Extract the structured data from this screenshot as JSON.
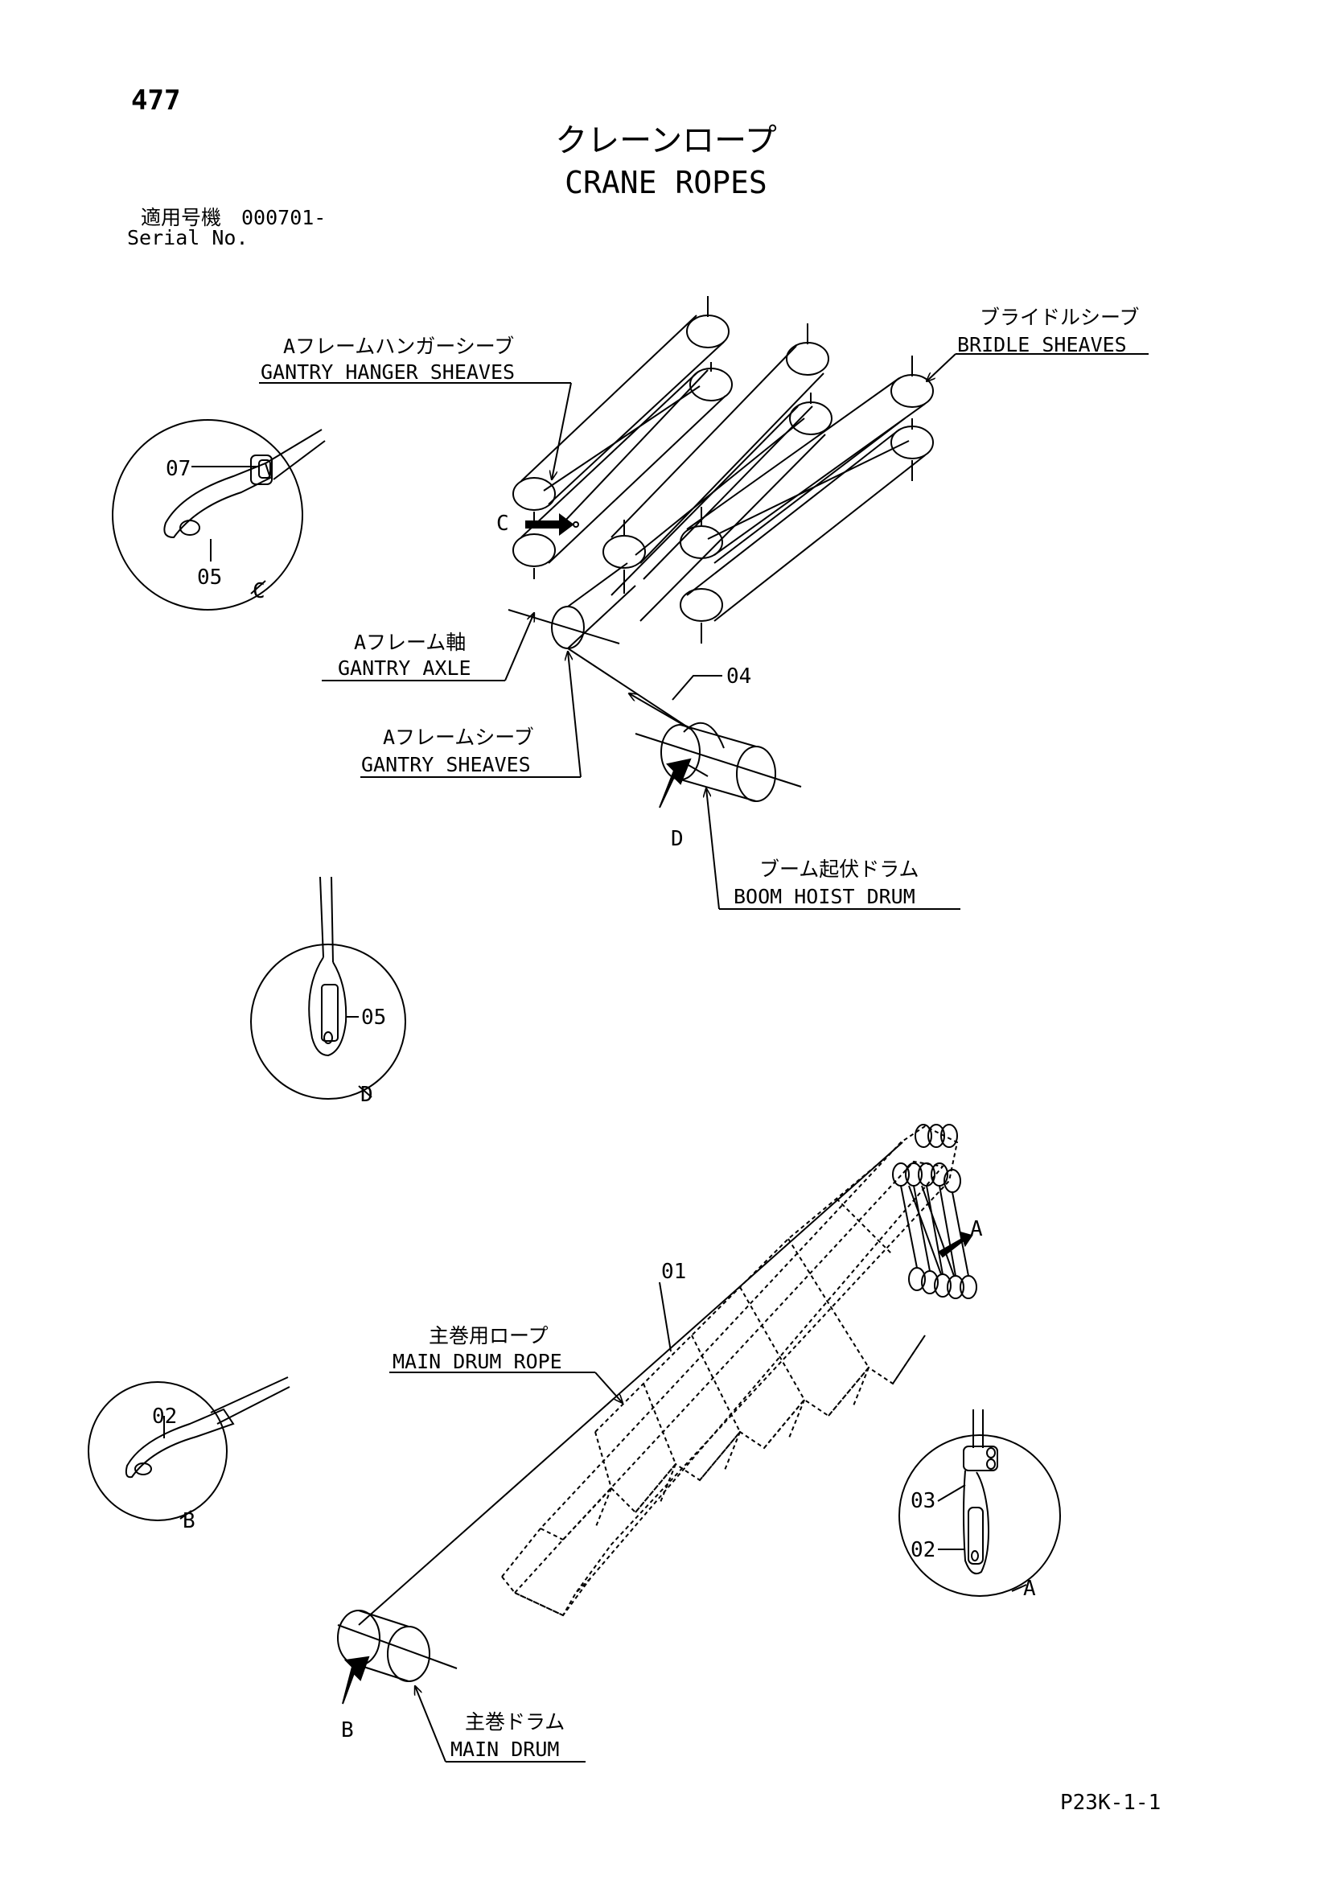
{
  "page_number": "477",
  "title_jp": "クレーンロープ",
  "title_en": "CRANE ROPES",
  "serial": {
    "jp": "適用号機　000701-",
    "en": "Serial No."
  },
  "labels": {
    "gantry_hanger": {
      "jp": "Aフレームハンガーシーブ",
      "en": "GANTRY HANGER SHEAVES"
    },
    "bridle": {
      "jp": "ブライドルシーブ",
      "en": "BRIDLE SHEAVES"
    },
    "gantry_axle": {
      "jp": "Aフレーム軸",
      "en": "GANTRY AXLE"
    },
    "gantry_sheaves": {
      "jp": "Aフレームシーブ",
      "en": "GANTRY SHEAVES"
    },
    "boom_hoist": {
      "jp": "ブーム起伏ドラム",
      "en": "BOOM HOIST DRUM"
    },
    "main_rope": {
      "jp": "主巻用ロープ",
      "en": "MAIN DRUM ROPE"
    },
    "main_drum": {
      "jp": "主巻ドラム",
      "en": "MAIN DRUM"
    }
  },
  "part_refs": {
    "p07": "07",
    "p05_c": "05",
    "p04": "04",
    "p05_d": "05",
    "p01": "01",
    "p02_b": "02",
    "p03_a": "03",
    "p02_a": "02"
  },
  "view_letters": {
    "c_circle": "C",
    "c_arrow": "C",
    "d_arrow": "D",
    "d_circle": "D",
    "a_arrow": "A",
    "a_circle": "A",
    "b_arrow": "B",
    "b_circle": "B"
  },
  "drawing_code": "P23K-1-1"
}
